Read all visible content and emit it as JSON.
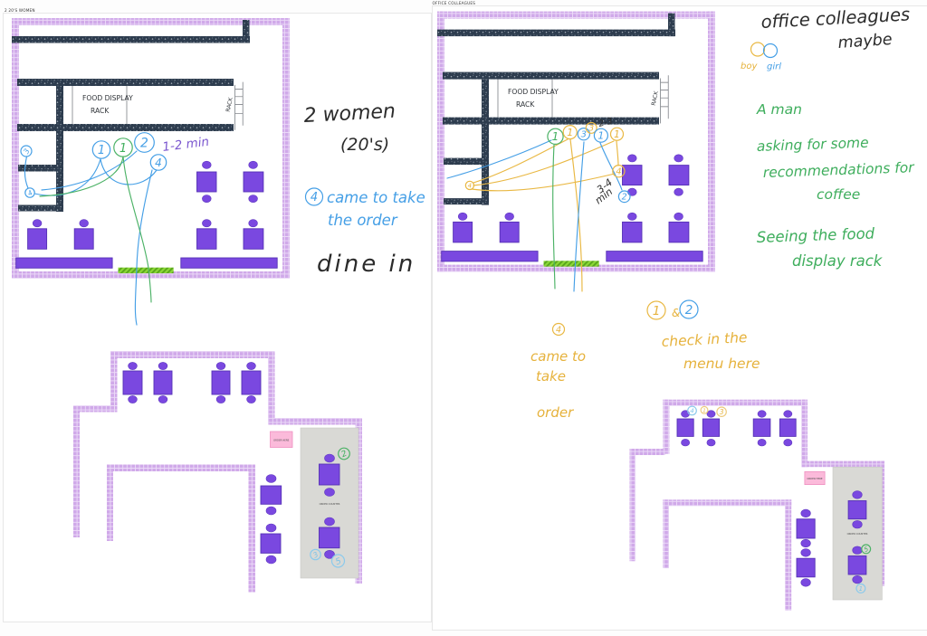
{
  "frames": {
    "left": {
      "title": "2 20'S WOMEN"
    },
    "right": {
      "title": "OFFICE COLLEAGUES"
    }
  },
  "palette": {
    "wall_dark": "#2d3c4e",
    "wall_lilac": "#dabdf0",
    "furniture_purple": "#7a48e0",
    "entrance_green": "#8bd737",
    "counter_gray": "#d9d9d5",
    "note_pink": "#fbbada",
    "ink_black": "#2b2b2b",
    "ink_blue": "#459fe6",
    "ink_light_blue": "#7cc3e8",
    "ink_green": "#3fae5d",
    "ink_yellow": "#e6b23c",
    "ink_purple": "#7b57cf"
  },
  "plan_labels": {
    "food_display": "FOOD DISPLAY",
    "rack": "RACK",
    "rack_side": "RACK",
    "order_here": "ORDER HERE",
    "counter": "ORDER COUNTER"
  },
  "page1": {
    "notes": {
      "headline": "2 women",
      "age": "(20's)",
      "order1": "came to take",
      "order2": "the order",
      "mode": "dine in",
      "time": "1-2 min"
    },
    "markers": {
      "room3": {
        "label": "3"
      },
      "room4": {
        "label": "4"
      },
      "c_blue1": {
        "label": "1"
      },
      "c_green1": {
        "label": "1"
      },
      "c_blue2": {
        "label": "2"
      },
      "c_blue4": {
        "label": "4"
      },
      "note4": {
        "label": "4"
      },
      "b_green2": {
        "label": "2"
      },
      "b_blue3": {
        "label": "3"
      },
      "b_blue5": {
        "label": "5"
      }
    }
  },
  "page2": {
    "notes": {
      "headline1": "office colleagues",
      "headline2": "maybe",
      "boy": "boy",
      "girl": "girl",
      "man1": "A man",
      "man2": "asking for some",
      "man3": "recommendations for",
      "man4": "coffee",
      "man5": "Seeing the food",
      "man6": "display rack",
      "order1": "came to",
      "order2": "take",
      "order3": "order",
      "amp": "&",
      "menu1": "check in the",
      "menu2": "menu here",
      "steps": "2-3",
      "time1": "3-4",
      "time2": "min"
    },
    "markers": {
      "c_green1": {
        "label": "1"
      },
      "c_yellow1": {
        "label": "1"
      },
      "c_blue3": {
        "label": "3"
      },
      "c_yellow3": {
        "label": "3"
      },
      "c_blue1": {
        "label": "1"
      },
      "c_yellow1b": {
        "label": "1"
      },
      "c_yellow4": {
        "label": "4"
      },
      "c_blue2": {
        "label": "2"
      },
      "room_y4": {
        "label": "4"
      },
      "note_y4": {
        "label": "4"
      },
      "note_y1": {
        "label": "1"
      },
      "note_b2": {
        "label": "2"
      },
      "boy_circle": {
        "label": ""
      },
      "girl_circle": {
        "label": ""
      },
      "b_blue4": {
        "label": "4"
      },
      "b_yellow1": {
        "label": "1"
      },
      "b_yellow3": {
        "label": "3"
      },
      "b_green5": {
        "label": "5"
      },
      "b_blue1": {
        "label": "1"
      }
    }
  }
}
